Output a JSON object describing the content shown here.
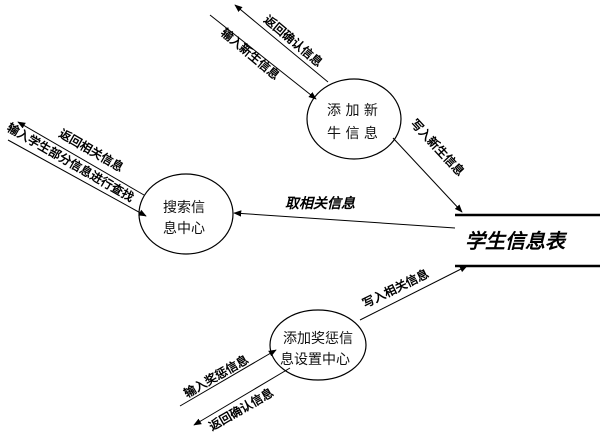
{
  "store": {
    "label": "学生信息表"
  },
  "processes": {
    "add_student": {
      "line1": "添 加 新",
      "line2": "牛 信 息"
    },
    "search": {
      "line1": "搜索信",
      "line2": "息中心"
    },
    "reward": {
      "line1": "添加奖惩信",
      "line2": "息设置中心"
    }
  },
  "flows": {
    "return_confirm_top": "返回确认信息",
    "input_new_student": "输入新生信息",
    "write_store": "写入新生信息",
    "get_related": "取相关信息",
    "return_related": "返回相关信息",
    "input_partial": "输入学生部分信息进行查找",
    "write_related": "写入相关信息",
    "input_reward": "输入奖惩信息",
    "return_confirm_bottom": "返回确认信息"
  }
}
